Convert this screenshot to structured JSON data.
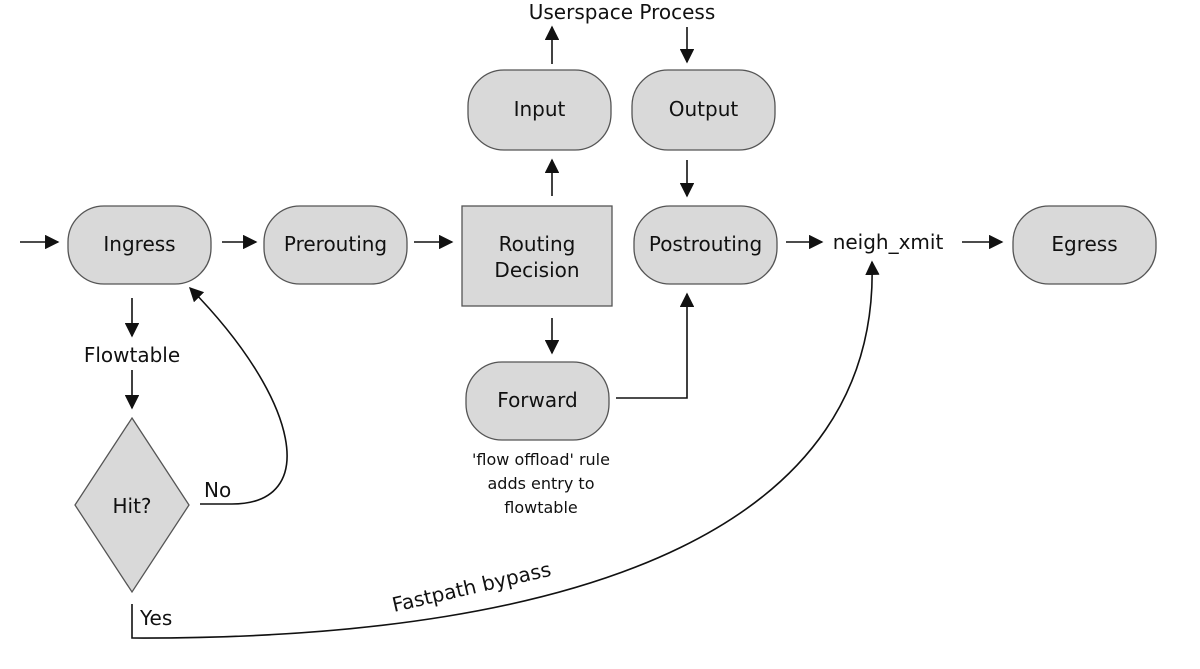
{
  "nodes": {
    "ingress": "Ingress",
    "prerouting": "Prerouting",
    "routing_line1": "Routing",
    "routing_line2": "Decision",
    "input": "Input",
    "output": "Output",
    "postrouting": "Postrouting",
    "forward": "Forward",
    "egress": "Egress",
    "hit": "Hit?"
  },
  "labels": {
    "userspace": "Userspace Process",
    "neigh_xmit": "neigh_xmit",
    "flowtable": "Flowtable",
    "no": "No",
    "yes": "Yes",
    "fastpath": "Fastpath bypass",
    "rule_note_line1": "'flow offload' rule",
    "rule_note_line2": "adds entry to",
    "rule_note_line3": "flowtable"
  },
  "colors": {
    "node_fill": "#d9d9d9",
    "node_stroke": "#555555",
    "edge": "#111111"
  }
}
